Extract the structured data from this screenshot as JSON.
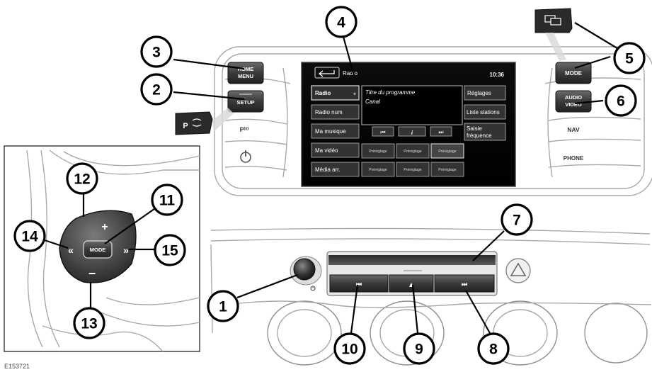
{
  "figure_code": "E153721",
  "head_unit": {
    "left_buttons": {
      "home_menu": [
        "HOME",
        "MENU"
      ],
      "setup": "SETUP"
    },
    "right_buttons": {
      "mode": "MODE",
      "audio_video": [
        "AUDIO",
        "VIDEO"
      ],
      "nav": "NAV",
      "phone": "PHONE"
    }
  },
  "screen": {
    "source_title": "Radio",
    "time": "10:36",
    "left_menu": [
      "Radio",
      "Radio num",
      "Ma musique",
      "Ma vidéo",
      "Média arr."
    ],
    "left_menu_plus": "+",
    "info_lines": [
      "Titre du programme",
      "Canal"
    ],
    "right_menu": [
      "Réglages",
      "Liste stations",
      "Saisie",
      "fréquence"
    ],
    "info_glyph": "i",
    "preset_label": "Préréglage"
  },
  "steering_control": {
    "center_label": "MODE",
    "plus": "+",
    "minus": "−"
  },
  "callouts": [
    "1",
    "2",
    "3",
    "4",
    "5",
    "6",
    "7",
    "8",
    "9",
    "10",
    "11",
    "12",
    "13",
    "14",
    "15"
  ]
}
